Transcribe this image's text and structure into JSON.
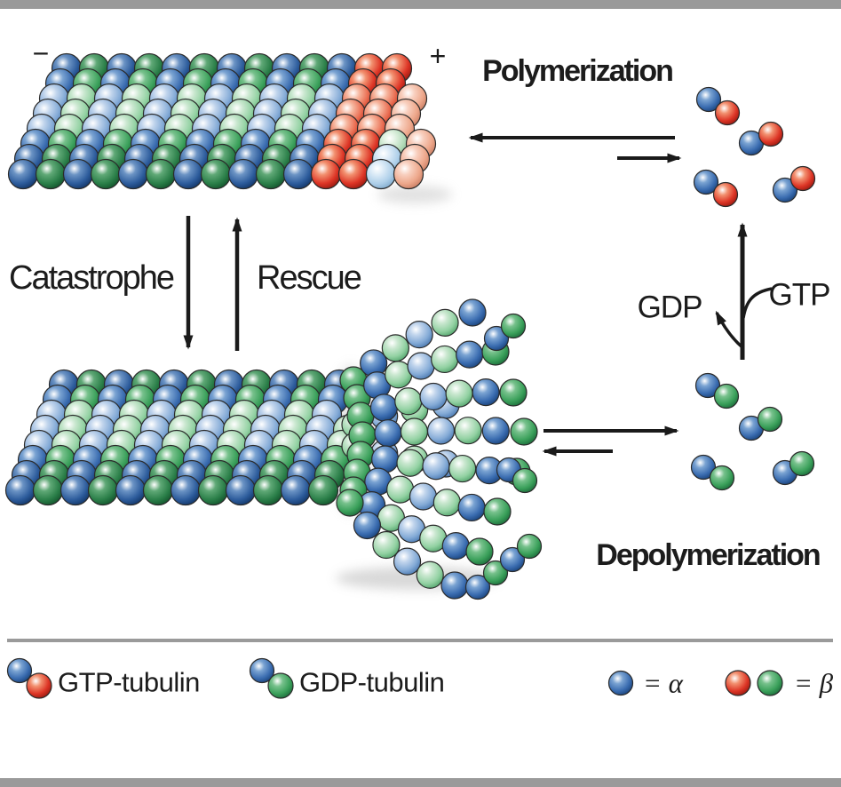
{
  "labels": {
    "minus_end": "−",
    "plus_end": "+",
    "polymerization": "Polymerization",
    "catastrophe": "Catastrophe",
    "rescue": "Rescue",
    "gdp": "GDP",
    "gtp": "GTP",
    "depolymerization": "Depolymerization"
  },
  "legend": {
    "gtp_tubulin": "GTP-tubulin",
    "gdp_tubulin": "GDP-tubulin",
    "alpha": "= α",
    "beta": "= β"
  },
  "colors": {
    "bar_gray": "#9a9a9a",
    "text": "#1c1c1c",
    "arrow": "#1a1a1a",
    "outline": "#2b2b2b",
    "shadow": "#aaaaaa",
    "sphere_gradients": {
      "blueA": [
        "#ffffff",
        "#6b93c4",
        "#2d5c9c",
        "#0d2f5f"
      ],
      "blueB": [
        "#ffffff",
        "#7aa3d2",
        "#3a6cb0",
        "#143c72"
      ],
      "blueC": [
        "#ffffff",
        "#c0d4ec",
        "#83aad6",
        "#4070aa"
      ],
      "greenA": [
        "#ffffff",
        "#5fa876",
        "#2b7f49",
        "#0e4d27"
      ],
      "greenB": [
        "#ffffff",
        "#77c18c",
        "#3aa05a",
        "#176436"
      ],
      "greenC": [
        "#ffffff",
        "#c9e7cf",
        "#92d1a2",
        "#499e64"
      ],
      "redB": [
        "#ffffff",
        "#f2906f",
        "#dd3526",
        "#8e150c"
      ],
      "redC": [
        "#ffffff",
        "#f6b59d",
        "#e96a4f",
        "#a62616"
      ],
      "palePink": [
        "#ffffff",
        "#f8cfbe",
        "#eda78b",
        "#c4775d"
      ],
      "paleBlue": [
        "#ffffff",
        "#dcebf7",
        "#aecfe9",
        "#7aa5c9"
      ],
      "paleGreen": [
        "#ffffff",
        "#def0df",
        "#b0d8b6",
        "#76ad82"
      ]
    }
  }
}
